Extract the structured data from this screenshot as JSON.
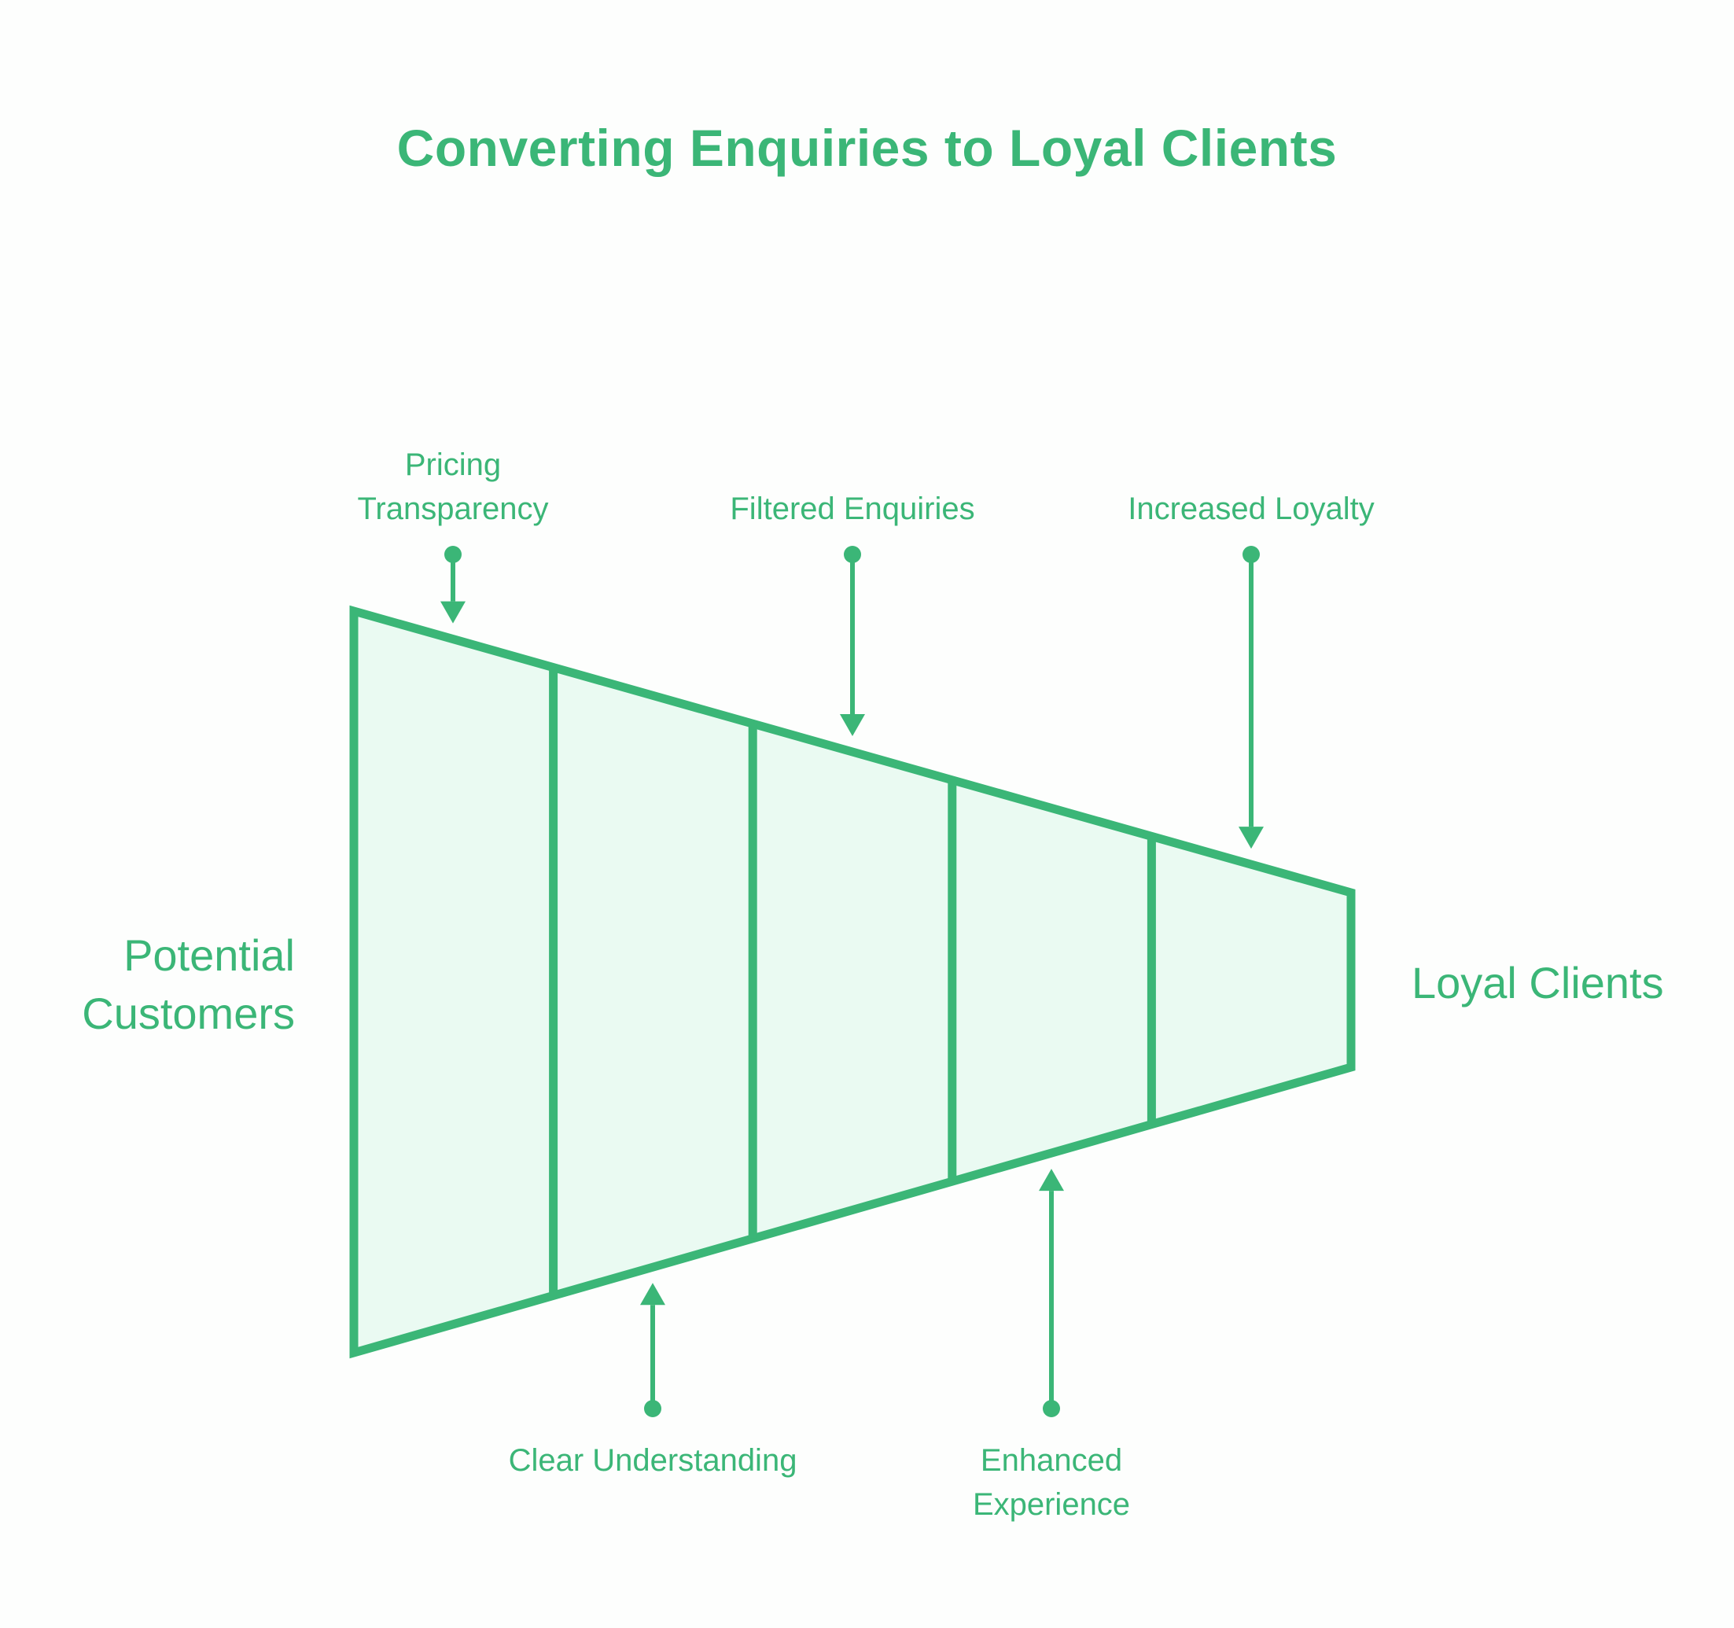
{
  "title": "Converting Enquiries to Loyal Clients",
  "colors": {
    "accent": "#3bb677",
    "fill": "#eafaf2",
    "text": "#3bb677",
    "background": "#fdfefd"
  },
  "funnel": {
    "start_label_lines": [
      "Potential",
      "Customers"
    ],
    "end_label_lines": [
      "Loyal Clients"
    ],
    "segment_count": 5
  },
  "callouts": [
    {
      "id": "pricing-transparency",
      "label_lines": [
        "Pricing",
        "Transparency"
      ],
      "side": "top"
    },
    {
      "id": "clear-understanding",
      "label_lines": [
        "Clear Understanding"
      ],
      "side": "bottom"
    },
    {
      "id": "filtered-enquiries",
      "label_lines": [
        "Filtered Enquiries"
      ],
      "side": "top"
    },
    {
      "id": "enhanced-experience",
      "label_lines": [
        "Enhanced",
        "Experience"
      ],
      "side": "bottom"
    },
    {
      "id": "increased-loyalty",
      "label_lines": [
        "Increased Loyalty"
      ],
      "side": "top"
    }
  ]
}
